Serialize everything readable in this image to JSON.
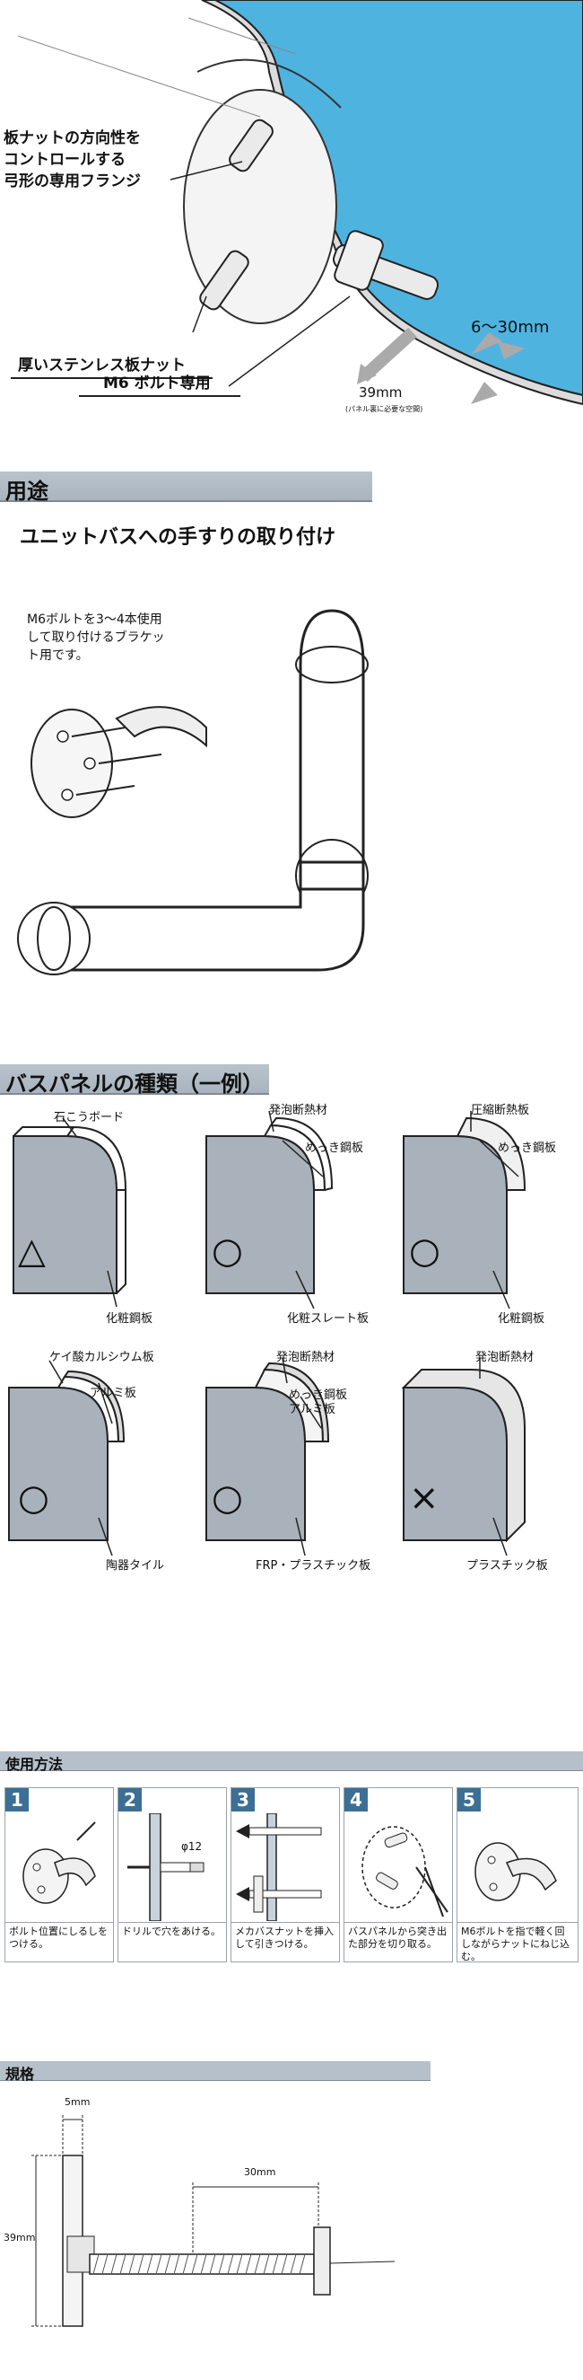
{
  "hero": {
    "flange_label": "板ナットの方向性を\nコントロールする\n弓形の専用フランジ",
    "nut_label": "厚いステンレス板ナット",
    "bolt_label": "M6 ボルト専用",
    "gap_label": "39mm",
    "gap_note": "(パネル裏に必要な空間)",
    "thickness_label": "6～30mm"
  },
  "usage": {
    "heading": "用途",
    "subtitle": "ユニットバスへの手すりの取り付け",
    "bracket_note": "M6ボルトを3～4本使用\nして取り付けるブラケッ\nト用です。"
  },
  "panels": {
    "heading": "バスパネルの種類（一例）",
    "items": [
      {
        "top_labels": [
          "石こうボード"
        ],
        "bottom_label": "化粧鋼板",
        "rating": "△"
      },
      {
        "top_labels": [
          "発泡断熱材",
          "めっき鋼板"
        ],
        "bottom_label": "化粧スレート板",
        "rating": "○"
      },
      {
        "top_labels": [
          "圧縮断熱板",
          "めっき鋼板"
        ],
        "bottom_label": "化粧鋼板",
        "rating": "○"
      },
      {
        "top_labels": [
          "ケイ酸カルシウム板",
          "アルミ板"
        ],
        "bottom_label": "陶器タイル",
        "rating": "○"
      },
      {
        "top_labels": [
          "発泡断熱材",
          "めっき鋼板",
          "アルミ板"
        ],
        "bottom_label": "FRP・プラスチック板",
        "rating": "○"
      },
      {
        "top_labels": [
          "発泡断熱材"
        ],
        "bottom_label": "プラスチック板",
        "rating": "×"
      }
    ]
  },
  "howto": {
    "heading": "使用方法",
    "drill_size": "φ12",
    "steps": [
      {
        "num": "1",
        "caption": "ボルト位置にしるしをつける。"
      },
      {
        "num": "2",
        "caption": "ドリルで穴をあける。"
      },
      {
        "num": "3",
        "caption": "メカバスナットを挿入して引きつける。"
      },
      {
        "num": "4",
        "caption": "バスパネルから突き出た部分を切り取る。"
      },
      {
        "num": "5",
        "caption": "M6ボルトを指で軽く回しながらナットにねじ込む。"
      }
    ]
  },
  "specs": {
    "heading": "規格",
    "dim_width": "5mm",
    "dim_height": "39mm",
    "dim_length": "30mm"
  },
  "colors": {
    "water": "#4fb3e0",
    "section_bar": "#b0bac4",
    "step_badge": "#3c6f95",
    "panel_face": "#a9b2bb"
  }
}
